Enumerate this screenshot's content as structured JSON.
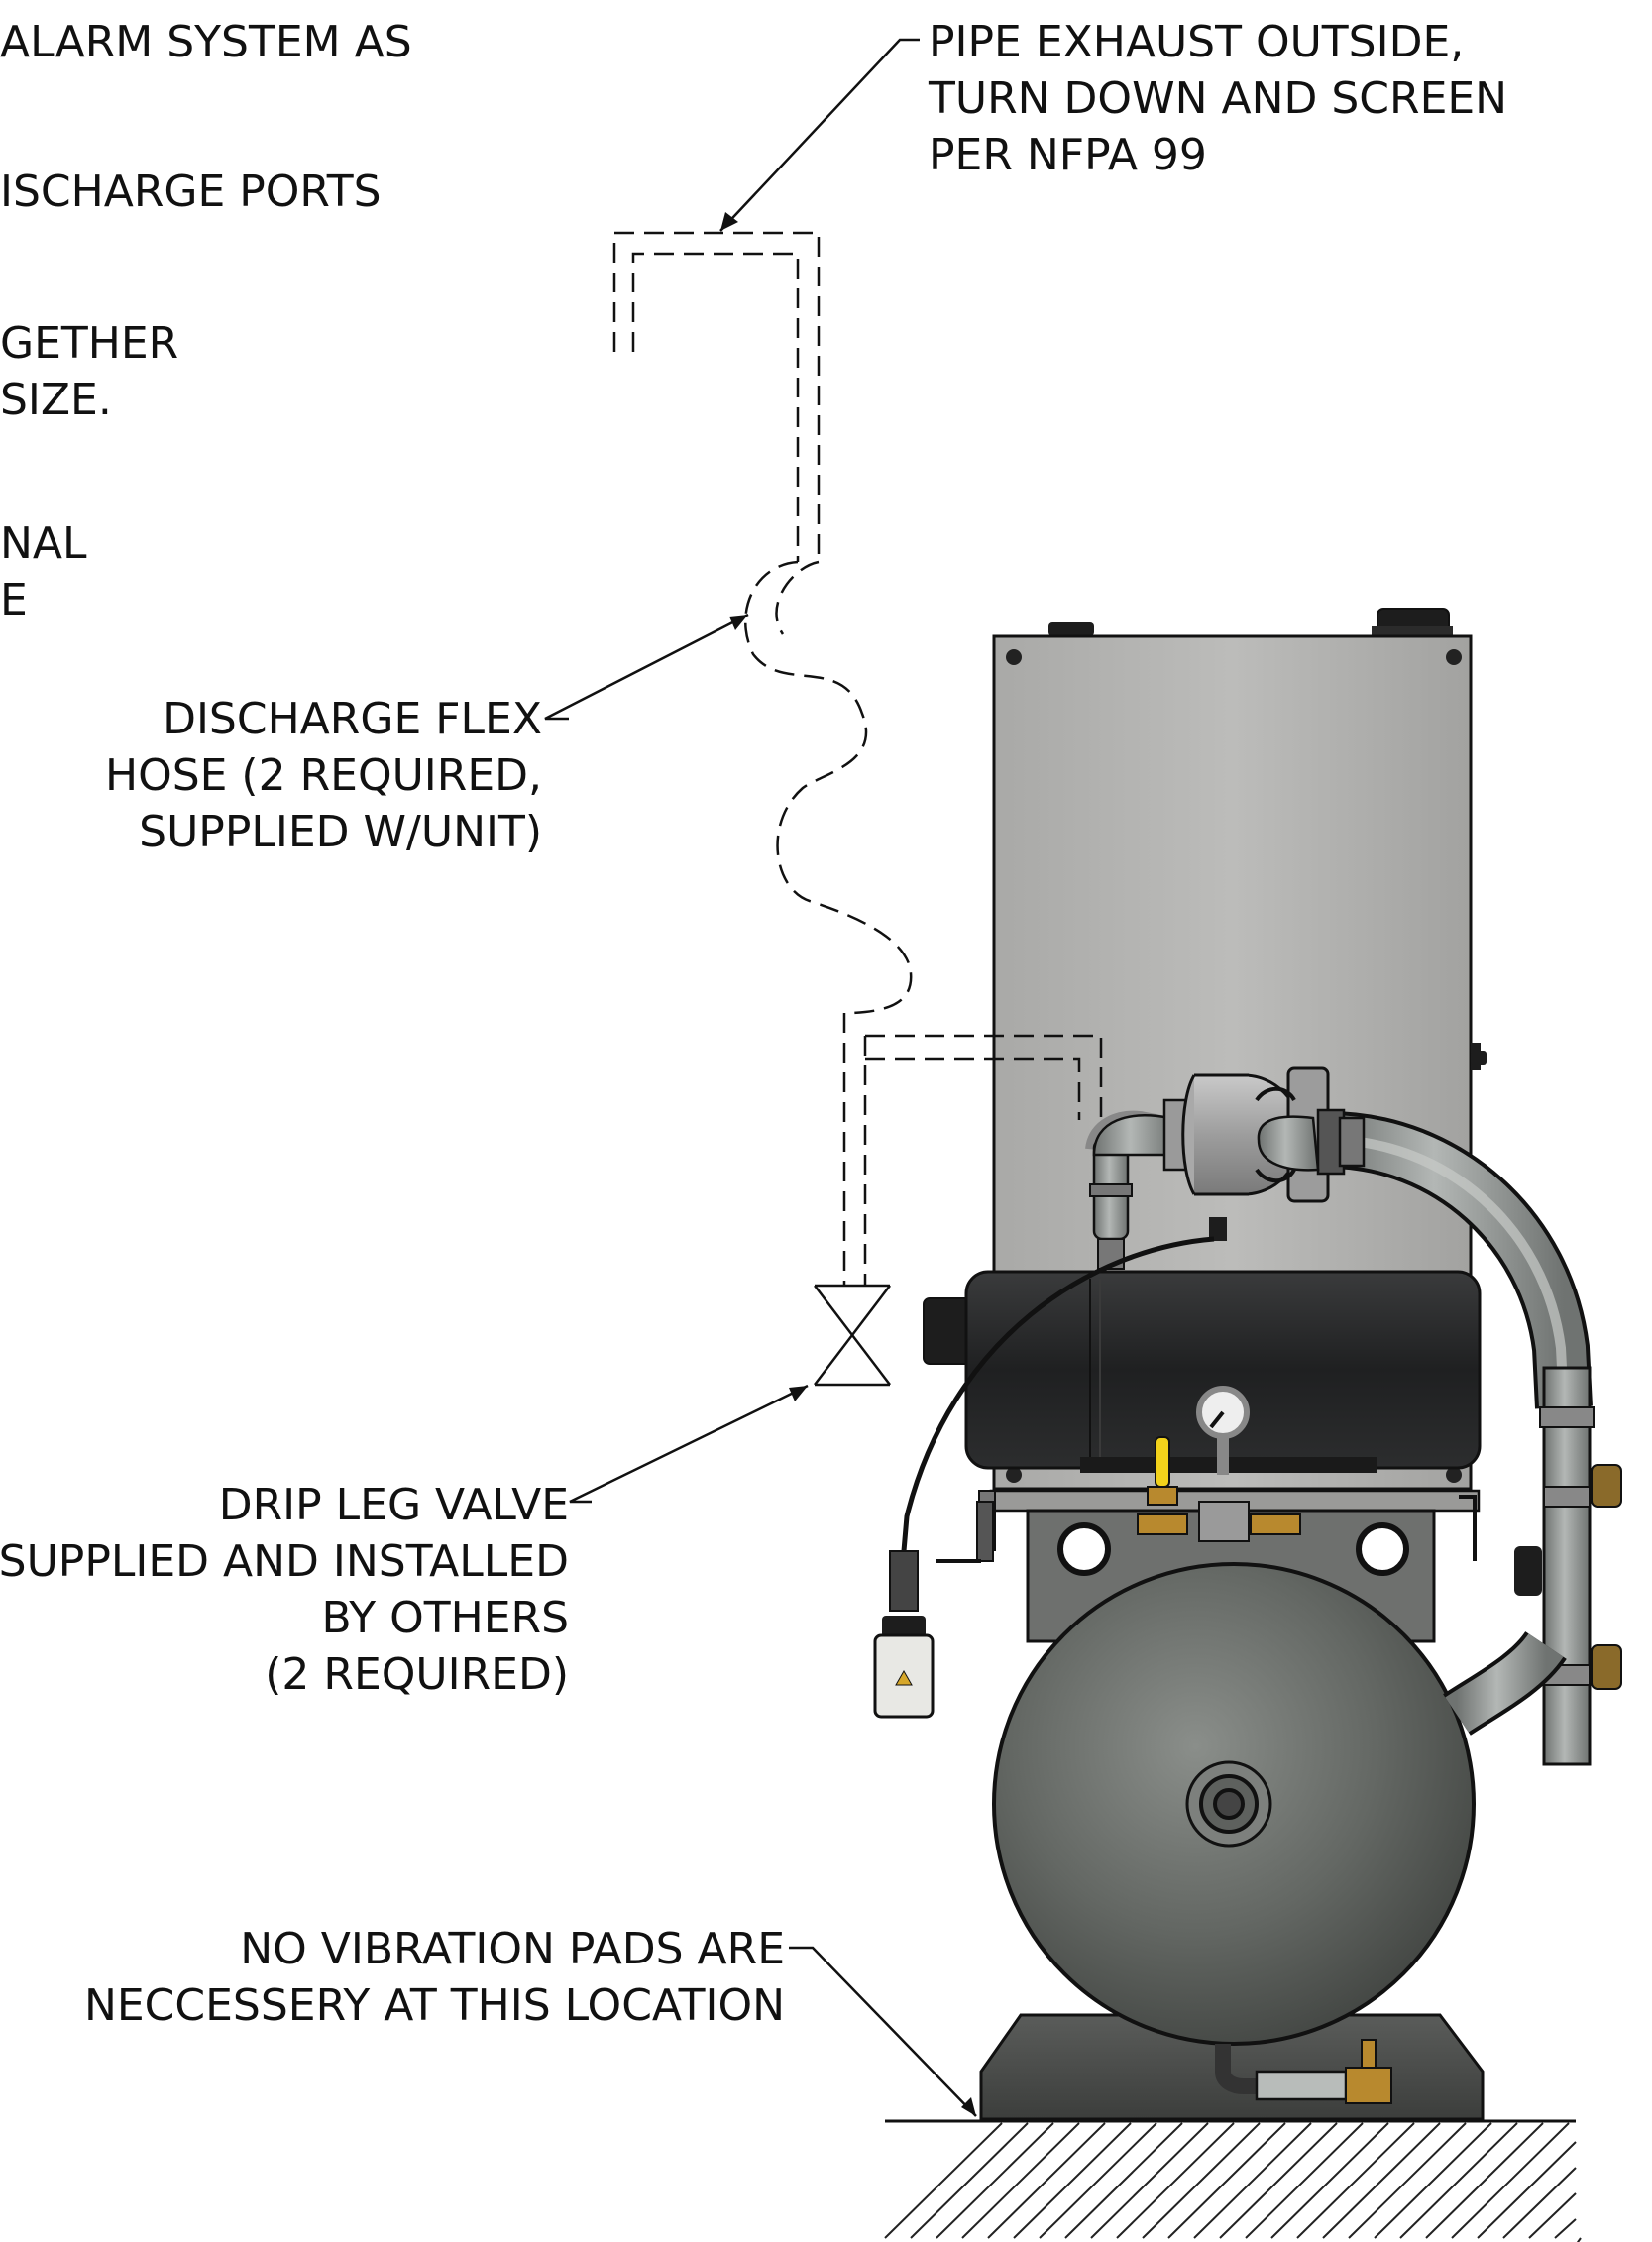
{
  "notes": {
    "clipped_left": [
      "ALARM SYSTEM AS",
      "ISCHARGE PORTS",
      "GETHER",
      "SIZE.",
      "NAL",
      "E"
    ],
    "pipe_exhaust": [
      "PIPE EXHAUST OUTSIDE,",
      "TURN DOWN AND SCREEN",
      "PER NFPA 99"
    ],
    "flex_hose": [
      "DISCHARGE FLEX",
      "HOSE (2 REQUIRED,",
      "SUPPLIED W/UNIT)"
    ],
    "drip_leg": [
      "DRIP LEG VALVE",
      "SUPPLIED AND INSTALLED",
      "BY OTHERS",
      "(2 REQUIRED)"
    ],
    "vibration": [
      "NO VIBRATION PADS ARE",
      "NECCESSERY AT THIS LOCATION"
    ]
  },
  "colors": {
    "ink": "#111111",
    "cabinet": "#b4b4b2",
    "pump_body": "#232425",
    "tank": "#5f635f",
    "base": "#4a4c4a",
    "brass": "#b8892e",
    "yellow_handle": "#f2d21b",
    "pipe": "#9a9e9c"
  },
  "icons": {
    "gauge": "pressure-gauge-icon",
    "valve": "drip-leg-valve-symbol",
    "ground": "ground-hatch-symbol"
  }
}
